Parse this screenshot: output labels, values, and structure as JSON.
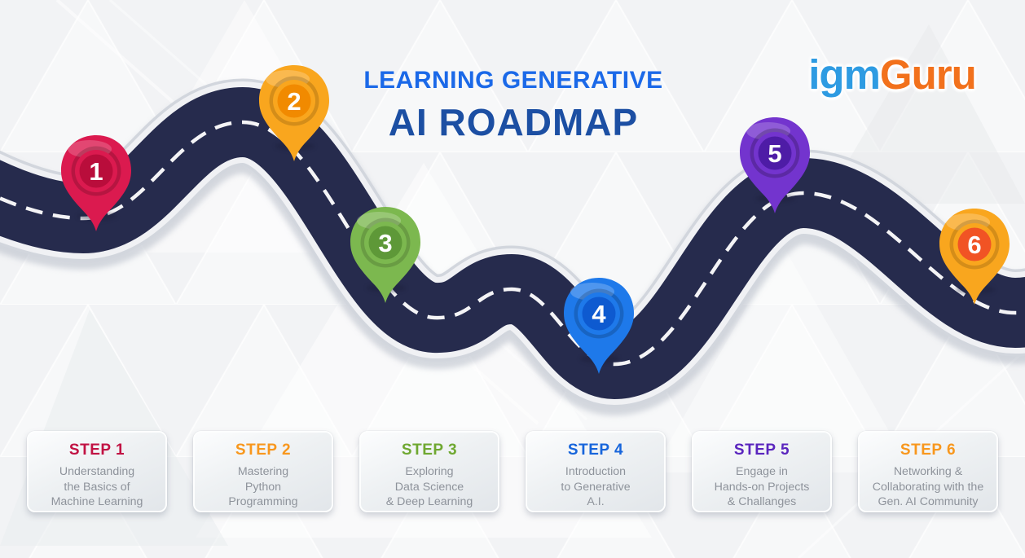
{
  "header": {
    "title_line1": "LEARNING GENERATIVE",
    "title_line2": "AI ROADMAP",
    "title_line1_color": "#1b69e8",
    "title_line2_color": "#1c4fa3"
  },
  "logo": {
    "part1": "igm",
    "part2": "Guru",
    "part1_color": "#2e9be2",
    "part2_color": "#f2711c"
  },
  "road": {
    "surface_color": "#262b4d",
    "casing_color": "#f0f1f4",
    "dash_color": "#ffffff"
  },
  "steps": [
    {
      "number": "1",
      "pin_color": "#db1a4f",
      "pin_inner_color": "#b90d3b",
      "title": "STEP 1",
      "title_color": "#c11243",
      "lines": [
        "Understanding",
        "the Basics of",
        "Machine Learning"
      ]
    },
    {
      "number": "2",
      "pin_color": "#f9a61e",
      "pin_inner_color": "#f18a00",
      "title": "STEP 2",
      "title_color": "#f8971d",
      "lines": [
        "Mastering",
        "Python",
        "Programming"
      ]
    },
    {
      "number": "3",
      "pin_color": "#7cb84f",
      "pin_inner_color": "#5e9838",
      "title": "STEP 3",
      "title_color": "#6fa831",
      "lines": [
        "Exploring",
        "Data Science",
        "& Deep Learning"
      ]
    },
    {
      "number": "4",
      "pin_color": "#1e79ea",
      "pin_inner_color": "#0e5ad0",
      "title": "STEP 4",
      "title_color": "#1765db",
      "lines": [
        "Introduction",
        "to Generative",
        "A.I."
      ]
    },
    {
      "number": "5",
      "pin_color": "#7334ce",
      "pin_inner_color": "#4e1ca6",
      "title": "STEP 5",
      "title_color": "#5a25be",
      "lines": [
        "Engage in",
        "Hands-on Projects",
        "& Challanges"
      ]
    },
    {
      "number": "6",
      "pin_color": "#f9a61e",
      "pin_inner_color": "#f15324",
      "title": "STEP 6",
      "title_color": "#f8971d",
      "lines": [
        "Networking &",
        "Collaborating with the",
        "Gen. AI Community"
      ]
    }
  ]
}
